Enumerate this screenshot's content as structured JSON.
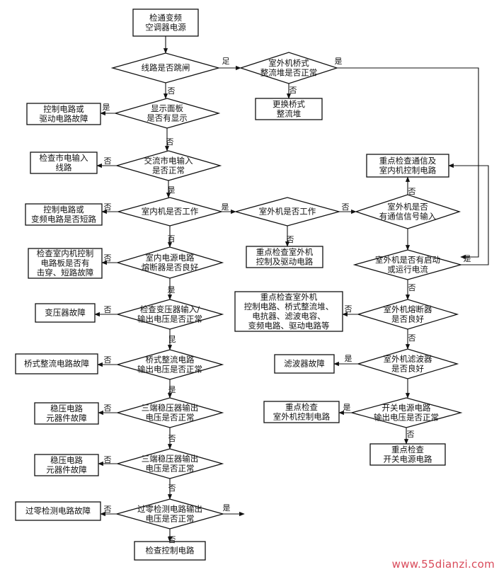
{
  "labels": {
    "yes": "是",
    "no": "否",
    "no_alt": "杏",
    "no_alt2": "古",
    "yes_alt": "昆",
    "yes_alt2": "足",
    "no_alt3": "百"
  },
  "nodes": {
    "start": [
      "检通变频",
      "空调器电源"
    ],
    "trip": [
      "线路是否跳闸"
    ],
    "bridge": [
      "室外机桥式",
      "整流堆是否正常"
    ],
    "replace": [
      "更换桥式",
      "整流堆"
    ],
    "display": [
      "显示面板",
      "是否有显示"
    ],
    "ctrlfault": [
      "控制电路或",
      "驱动电路故障"
    ],
    "ac": [
      "交流市电输入",
      "是否正常"
    ],
    "chkline": [
      "检查市电输入",
      "线路"
    ],
    "indoor": [
      "室内机是否工作"
    ],
    "short": [
      "控制电路或",
      "变频电路是否短路"
    ],
    "outdoor": [
      "室外机是否工作"
    ],
    "commsig": [
      "室外机是否",
      "有通信信号输入"
    ],
    "chkcomm": [
      "重点检查通信及",
      "室内机控制电路"
    ],
    "chkoutdrv": [
      "重点检查室外机",
      "控制及驱动电路"
    ],
    "fuse": [
      "室内电源电路",
      "熔断器是否良好"
    ],
    "chkboard": [
      "检查室内机控制",
      "电路板是否有",
      "击穿、短路故障"
    ],
    "startcur": [
      "室外机是否有启动",
      "或运行电流"
    ],
    "transf": [
      "检查变压器输入/",
      "输出电压是否正常"
    ],
    "tffault": [
      "变压器故障"
    ],
    "outfuse": [
      "室外机熔断器",
      "是否良好"
    ],
    "chkmany": [
      "重点检查室外机",
      "控制电路、桥式整流堆、",
      "电抗器、滤波电容、",
      "变频电路、驱动电路等"
    ],
    "rect": [
      "桥式整流电路",
      "输出电压是否正常"
    ],
    "rectfault": [
      "桥式整流电路故障"
    ],
    "filter": [
      "室外机滤波器",
      "是否良好"
    ],
    "filtfault": [
      "滤波器故障"
    ],
    "reg1": [
      "三端稳压器输出",
      "电压是否正常"
    ],
    "reg1fault": [
      "稳压电路",
      "元器件故障"
    ],
    "switch": [
      "开关电源电路",
      "输出电压是否正常"
    ],
    "chkoutctl": [
      "重点检查",
      "室外机控制电路"
    ],
    "chksw": [
      "重点检查",
      "开关电源电路"
    ],
    "reg2": [
      "三端稳压器输出",
      "电压是否正常"
    ],
    "reg2fault": [
      "稳压电路",
      "元器件故障"
    ],
    "zero": [
      "过零检测电路输出",
      "电压是否正常"
    ],
    "zerofault": [
      "过零检测电路故障"
    ],
    "chkctl": [
      "检查控制电路"
    ]
  },
  "watermark": "www.55dianzi.com"
}
